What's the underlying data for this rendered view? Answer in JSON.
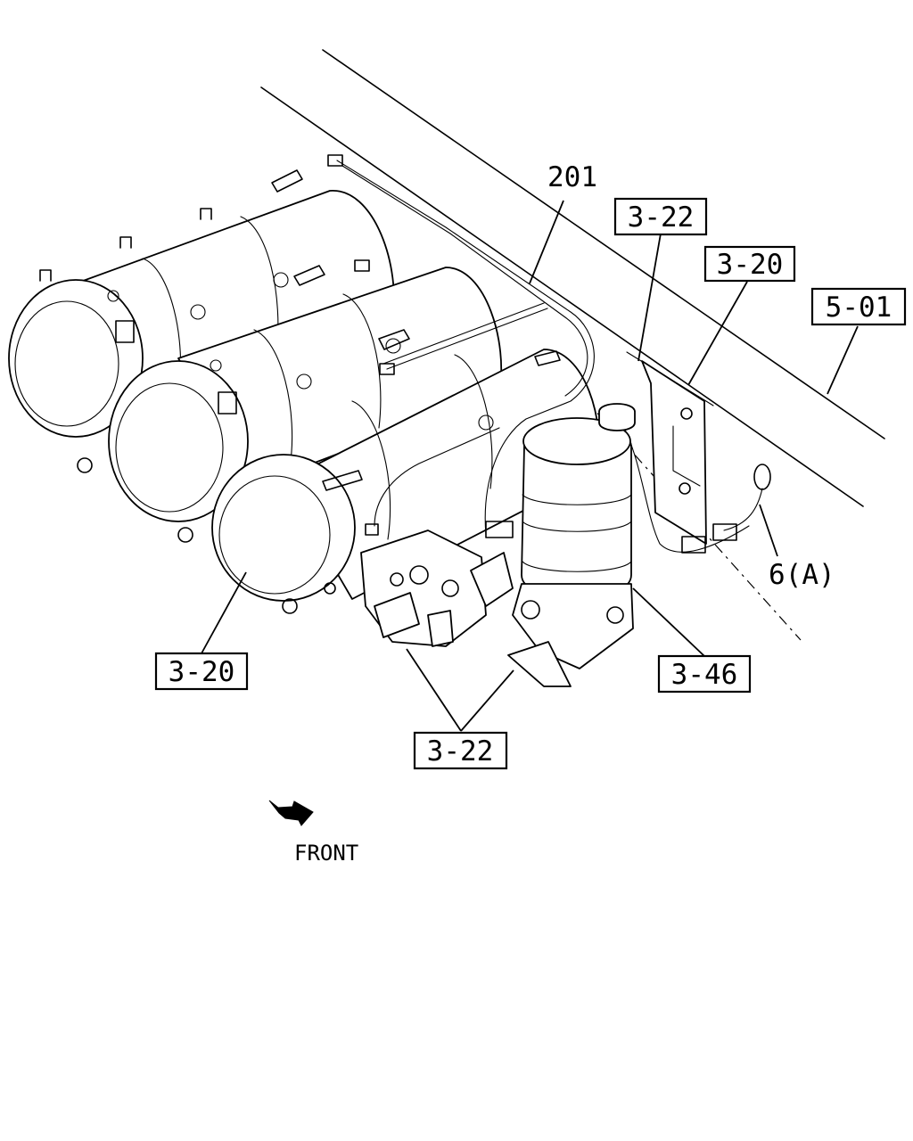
{
  "callouts": {
    "ref_3_22_top": "3-22",
    "ref_3_20_right": "3-20",
    "ref_5_01": "5-01",
    "ref_3_20_left": "3-20",
    "ref_3_46": "3-46",
    "ref_3_22_bottom": "3-22"
  },
  "labels": {
    "part_201": "201",
    "part_6a": "6(A)",
    "front": "FRONT"
  },
  "icons": {
    "front_arrow": "front-direction-arrow-icon"
  }
}
